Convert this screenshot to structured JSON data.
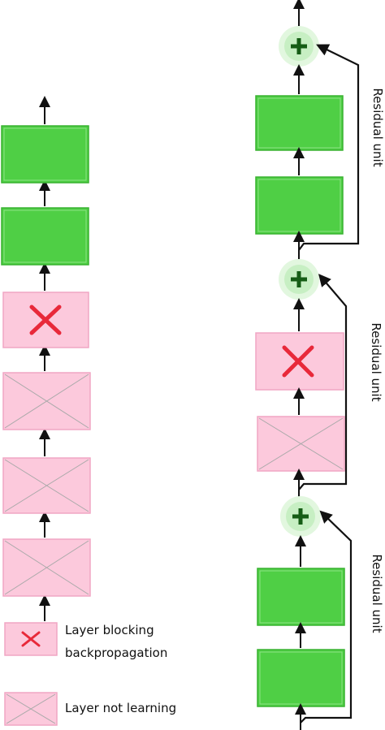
{
  "colors": {
    "green_fill": "#4fcf45",
    "green_stroke": "#39b230",
    "pink_fill": "#fcc9dc",
    "pink_stroke": "#f0a6c4",
    "cross_red": "#e8293a",
    "cross_gray": "#a9a9a9",
    "adder_fill": "#c7efc3",
    "adder_ring": "#e2f7df",
    "plus_color": "#155d15",
    "arrow_color": "#111111"
  },
  "left_stack": {
    "layers": [
      "learning",
      "learning",
      "blocking",
      "not-learning",
      "not-learning",
      "not-learning"
    ]
  },
  "right_stack": {
    "units": [
      {
        "label": "Residual unit",
        "layers": [
          "learning",
          "learning"
        ]
      },
      {
        "label": "Residual unit",
        "layers": [
          "blocking",
          "not-learning"
        ]
      },
      {
        "label": "Residual unit",
        "layers": [
          "learning",
          "learning"
        ]
      }
    ]
  },
  "legend": {
    "blocking_label_line1": "Layer blocking",
    "blocking_label_line2": "backpropagation",
    "not_learning_label": "Layer not learning"
  }
}
